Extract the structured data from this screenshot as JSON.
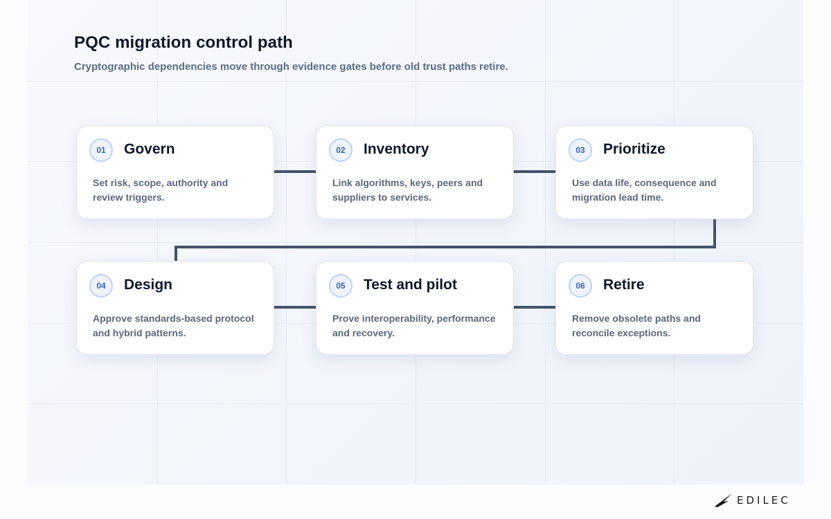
{
  "header": {
    "title": "PQC migration control path",
    "subtitle": "Cryptographic dependencies move through evidence gates before old trust paths retire."
  },
  "steps": [
    {
      "number": "01",
      "title": "Govern",
      "description": "Set risk, scope, authority and review triggers."
    },
    {
      "number": "02",
      "title": "Inventory",
      "description": "Link algorithms, keys, peers and suppliers to services."
    },
    {
      "number": "03",
      "title": "Prioritize",
      "description": "Use data life, consequence and migration lead time."
    },
    {
      "number": "04",
      "title": "Design",
      "description": "Approve standards-based protocol and hybrid patterns."
    },
    {
      "number": "05",
      "title": "Test and pilot",
      "description": "Prove interoperability, performance and recovery."
    },
    {
      "number": "06",
      "title": "Retire",
      "description": "Remove obsolete paths and reconcile exceptions."
    }
  ],
  "footer": {
    "logo_text": "EDILEC"
  },
  "colors": {
    "connector": "#46546a",
    "badge_border": "#bfd0f1",
    "badge_text": "#3b62b0",
    "title_text": "#0f172a",
    "body_text": "#5b677a"
  }
}
